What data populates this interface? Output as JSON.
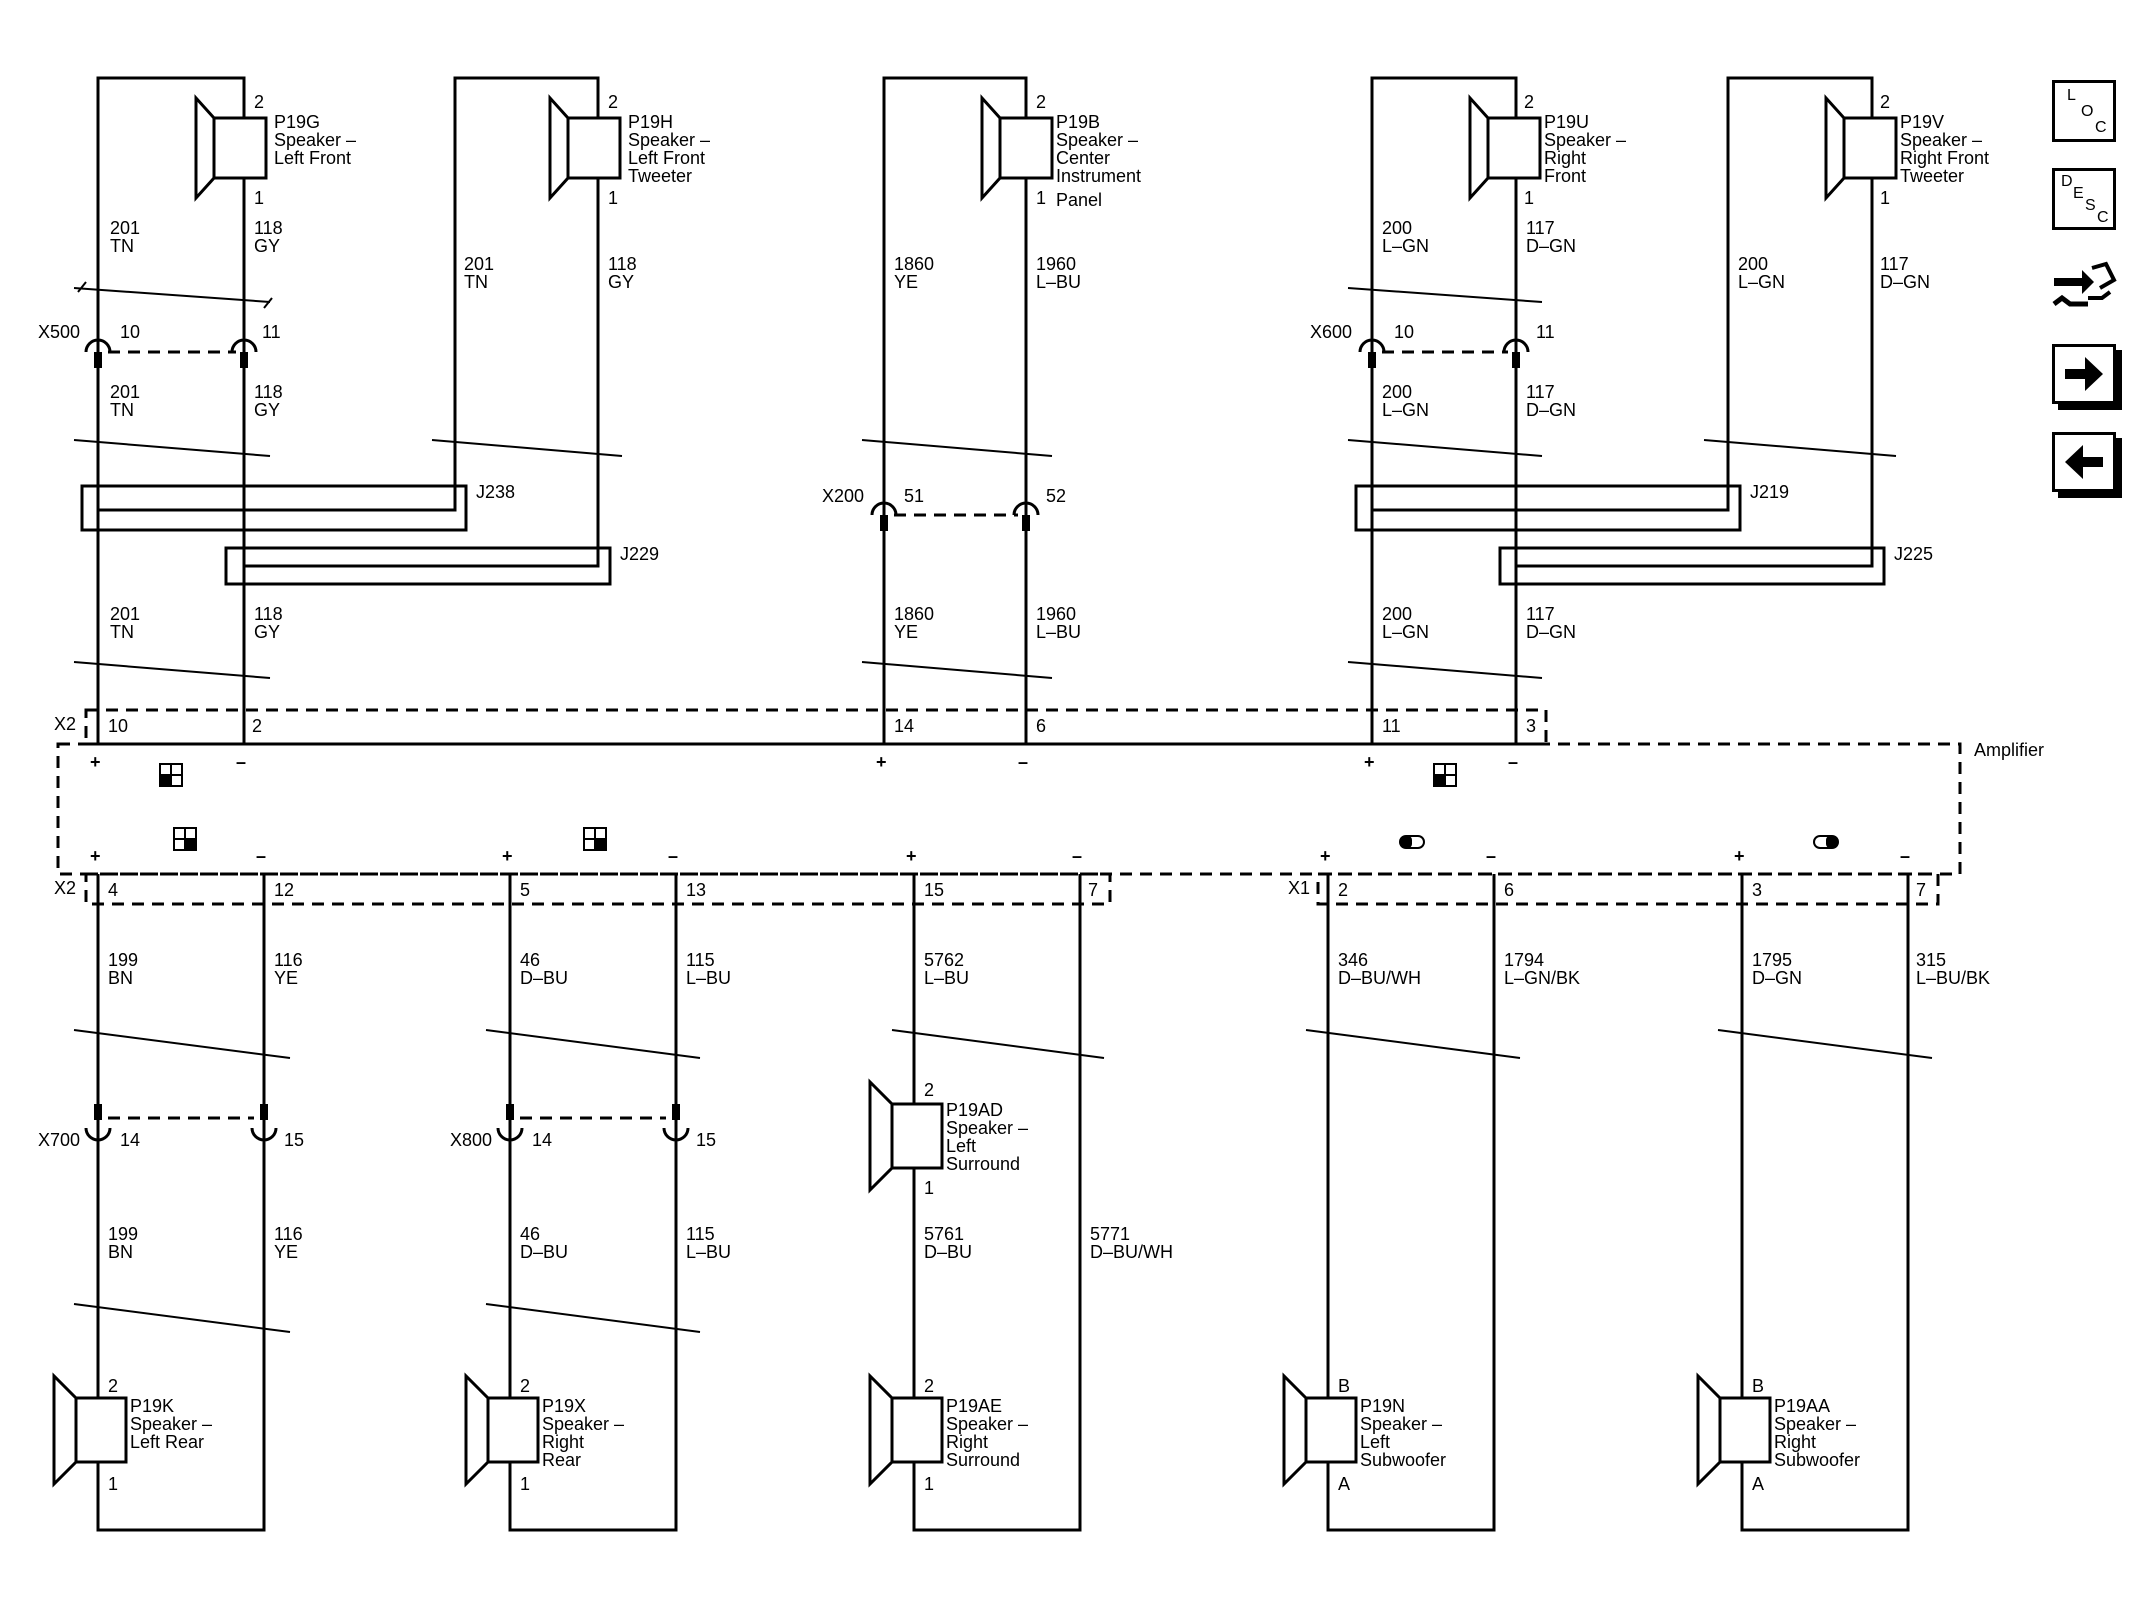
{
  "amplifier": {
    "label": "Amplifier"
  },
  "connectors": {
    "x2": "X2",
    "x1": "X1",
    "x500": "X500",
    "x600": "X600",
    "x200": "X200",
    "x700": "X700",
    "x800": "X800"
  },
  "splices": {
    "j238": "J238",
    "j229": "J229",
    "j219": "J219",
    "j225": "J225"
  },
  "speakers": {
    "p19g": {
      "id": "P19G",
      "l1": "Speaker –",
      "l2": "Left Front",
      "l3": "",
      "pin_top": "2",
      "pin_bot": "1"
    },
    "p19h": {
      "id": "P19H",
      "l1": "Speaker –",
      "l2": "Left Front",
      "l3": "Tweeter",
      "pin_top": "2",
      "pin_bot": "1"
    },
    "p19b": {
      "id": "P19B",
      "l1": "Speaker –",
      "l2": "Center",
      "l3": "Instrument",
      "l4": "Panel",
      "pin_top": "2",
      "pin_bot": "1"
    },
    "p19u": {
      "id": "P19U",
      "l1": "Speaker –",
      "l2": "Right",
      "l3": "Front",
      "pin_top": "2",
      "pin_bot": "1"
    },
    "p19v": {
      "id": "P19V",
      "l1": "Speaker –",
      "l2": "Right Front",
      "l3": "Tweeter",
      "pin_top": "2",
      "pin_bot": "1"
    },
    "p19k": {
      "id": "P19K",
      "l1": "Speaker –",
      "l2": "Left Rear",
      "l3": "",
      "pin_top": "2",
      "pin_bot": "1"
    },
    "p19x": {
      "id": "P19X",
      "l1": "Speaker –",
      "l2": "Right",
      "l3": "Rear",
      "pin_top": "2",
      "pin_bot": "1"
    },
    "p19ad": {
      "id": "P19AD",
      "l1": "Speaker –",
      "l2": "Left",
      "l3": "Surround",
      "pin_top": "2",
      "pin_bot": "1"
    },
    "p19ae": {
      "id": "P19AE",
      "l1": "Speaker –",
      "l2": "Right",
      "l3": "Surround",
      "pin_top": "2",
      "pin_bot": "1"
    },
    "p19n": {
      "id": "P19N",
      "l1": "Speaker –",
      "l2": "Left",
      "l3": "Subwoofer",
      "pin_top": "B",
      "pin_bot": "A"
    },
    "p19aa": {
      "id": "P19AA",
      "l1": "Speaker –",
      "l2": "Right",
      "l3": "Subwoofer",
      "pin_top": "B",
      "pin_bot": "A"
    }
  },
  "wires": {
    "w201": {
      "num": "201",
      "color": "TN"
    },
    "w118": {
      "num": "118",
      "color": "GY"
    },
    "w1860": {
      "num": "1860",
      "color": "YE"
    },
    "w1960": {
      "num": "1960",
      "color": "L–BU"
    },
    "w200": {
      "num": "200",
      "color": "L–GN"
    },
    "w117": {
      "num": "117",
      "color": "D–GN"
    },
    "w199": {
      "num": "199",
      "color": "BN"
    },
    "w116": {
      "num": "116",
      "color": "YE"
    },
    "w46": {
      "num": "46",
      "color": "D–BU"
    },
    "w115": {
      "num": "115",
      "color": "L–BU"
    },
    "w5762": {
      "num": "5762",
      "color": "L–BU"
    },
    "w5761": {
      "num": "5761",
      "color": "D–BU"
    },
    "w5771": {
      "num": "5771",
      "color": "D–BU/WH"
    },
    "w346": {
      "num": "346",
      "color": "D–BU/WH"
    },
    "w1794": {
      "num": "1794",
      "color": "L–GN/BK"
    },
    "w1795": {
      "num": "1795",
      "color": "D–GN"
    },
    "w315": {
      "num": "315",
      "color": "L–BU/BK"
    }
  },
  "pins": {
    "x500": [
      "10",
      "11"
    ],
    "x600": [
      "10",
      "11"
    ],
    "x200": [
      "51",
      "52"
    ],
    "x700": [
      "14",
      "15"
    ],
    "x800": [
      "14",
      "15"
    ],
    "x2top": [
      "10",
      "2",
      "14",
      "6",
      "11",
      "3"
    ],
    "x2bot": [
      "4",
      "12",
      "5",
      "13",
      "15",
      "7"
    ],
    "x1": [
      "2",
      "6",
      "3",
      "7"
    ]
  },
  "polarity": {
    "plus": "+",
    "minus": "–"
  },
  "nav": {
    "loc": [
      "L",
      "O",
      "C"
    ],
    "desc": [
      "D",
      "E",
      "S",
      "C"
    ],
    "icons": [
      "connector-icon",
      "right-arrow-icon",
      "left-arrow-icon"
    ]
  }
}
